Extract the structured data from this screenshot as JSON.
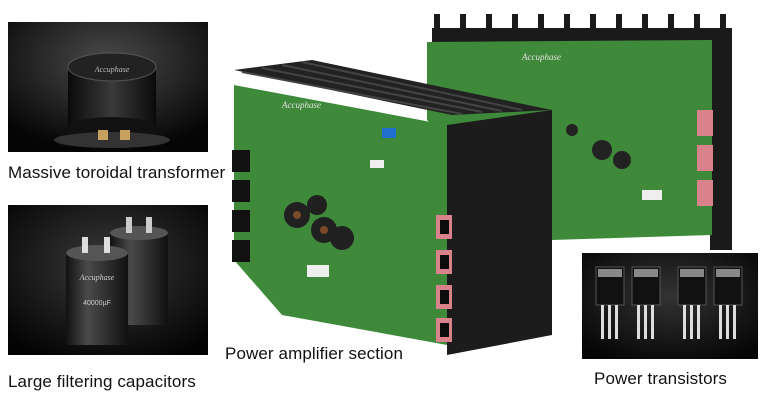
{
  "captions": {
    "transformer": "Massive toroidal transformer",
    "capacitors": "Large filtering capacitors",
    "amplifier": "Power amplifier section",
    "transistors": "Power transistors"
  },
  "logos": {
    "brand": "Accuphase",
    "capacitor_rating": "40000µF"
  },
  "colors": {
    "pcb_green": "#3f8a3a",
    "heatsink_black": "#1c1c1c",
    "photo_background": "#000000",
    "copper_pink": "#d9828c"
  },
  "icons": [
    "transformer-image",
    "capacitor-image",
    "amplifier-board-image",
    "transistor-image"
  ]
}
